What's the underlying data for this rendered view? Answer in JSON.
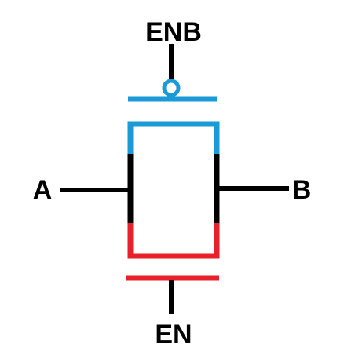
{
  "labels": {
    "top": "ENB",
    "left": "A",
    "right": "B",
    "bottom": "EN"
  },
  "colors": {
    "wire": "#000000",
    "pmos": "#1a9ad6",
    "nmos": "#e8202a",
    "background": "#ffffff"
  }
}
